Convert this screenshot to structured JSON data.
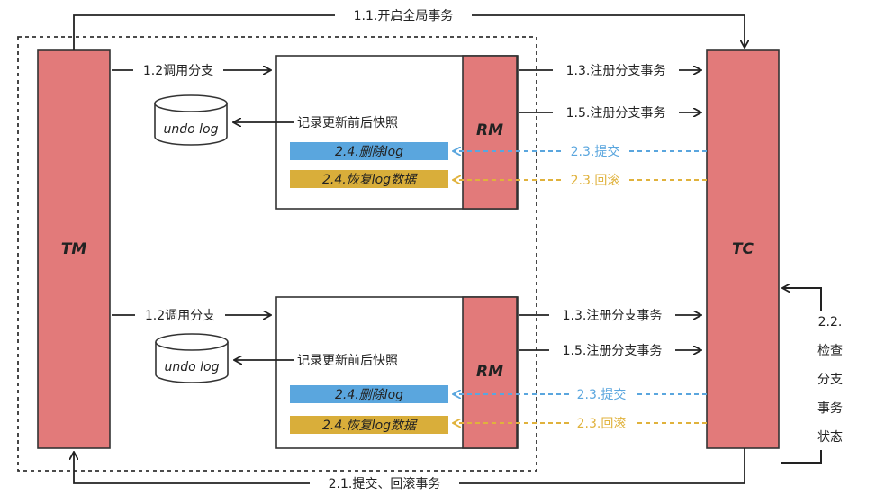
{
  "colors": {
    "column": "#e27a7a",
    "rm": "#e27a7a",
    "delete_bar": "#5aa6de",
    "restore_bar": "#d9ae3a",
    "commit_arrow": "#5aa6de",
    "rollback_arrow": "#e0b23c"
  },
  "tm_label": "TM",
  "tc_label": "TC",
  "top_arrow_label": "1.1.开启全局事务",
  "bottom_arrow_label": "2.1.提交、回滚事务",
  "right_label_lines": [
    "2.2.",
    "检查",
    "分支",
    "事务",
    "状态"
  ],
  "branches": [
    {
      "call_label": "1.2调用分支",
      "undo_label": "undo log",
      "snapshot_label": "记录更新前后快照",
      "rm_label": "RM",
      "delete_label": "2.4.删除log",
      "restore_label": "2.4.恢复log数据",
      "register_label": "1.3.注册分支事务",
      "report_label": "1.5.注册分支事务",
      "commit_label": "2.3.提交",
      "rollback_label": "2.3.回滚"
    },
    {
      "call_label": "1.2调用分支",
      "undo_label": "undo log",
      "snapshot_label": "记录更新前后快照",
      "rm_label": "RM",
      "delete_label": "2.4.删除log",
      "restore_label": "2.4.恢复log数据",
      "register_label": "1.3.注册分支事务",
      "report_label": "1.5.注册分支事务",
      "commit_label": "2.3.提交",
      "rollback_label": "2.3.回滚"
    }
  ]
}
